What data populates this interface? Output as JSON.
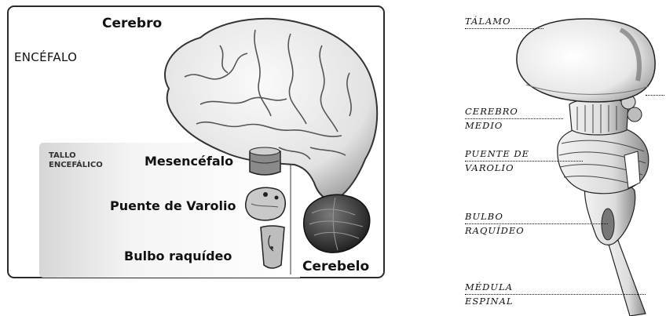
{
  "left_diagram": {
    "cerebro": "Cerebro",
    "encefalo": "ENCÉFALO",
    "tallo_line1": "TALLO",
    "tallo_line2": "ENCEFÁLICO",
    "mesencefalo": "Mesencéfalo",
    "puente": "Puente de Varolio",
    "bulbo": "Bulbo raquídeo",
    "cerebelo": "Cerebelo"
  },
  "right_diagram": {
    "talamo": "TÁLAMO",
    "cerebro_medio_1": "CEREBRO",
    "cerebro_medio_2": "MEDIO",
    "puente_1": "PUENTE DE",
    "puente_2": "VAROLIO",
    "bulbo_1": "BULBO",
    "bulbo_2": "RAQUÍDEO",
    "medula_1": "MÉDULA",
    "medula_2": "ESPINAL"
  }
}
